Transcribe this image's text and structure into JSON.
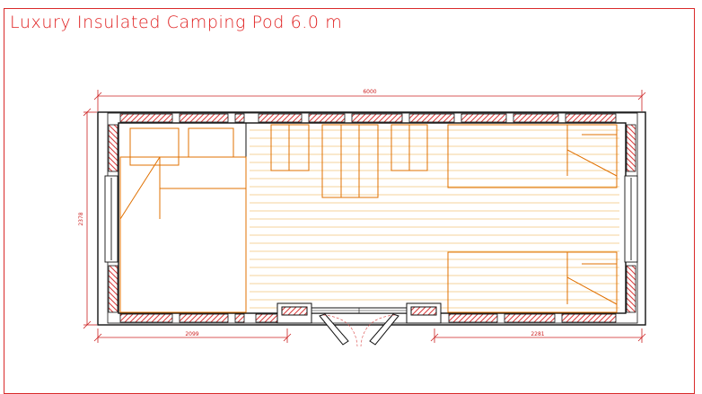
{
  "drawing": {
    "title": "Luxury Insulated Camping Pod 6.0 m"
  },
  "dimensions": {
    "overall_length": "6000",
    "width": "2378",
    "left_section": "2099",
    "right_section": "2281"
  },
  "colors": {
    "frame_line": "#e02020",
    "wall_line": "#111111",
    "insulation": "#d94040",
    "furniture": "#e07000",
    "floor_boards": "#f0c070",
    "dimension_line": "#cc2020"
  }
}
